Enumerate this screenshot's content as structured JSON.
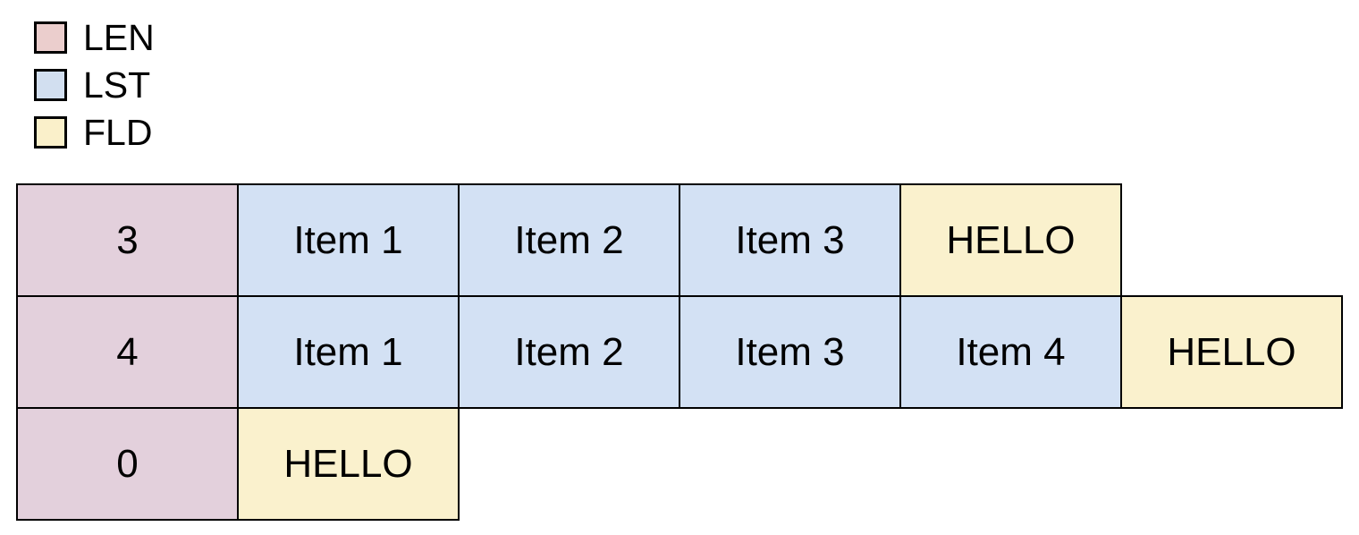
{
  "colors": {
    "legend_len": "#ebcecd",
    "legend_lst": "#d2dff0",
    "legend_fld": "#faf0ca",
    "len": "#e3d0dc",
    "lst": "#d3e1f4",
    "fld": "#faf1cd",
    "border": "#000000"
  },
  "legend": {
    "items": [
      {
        "key": "len",
        "label": "LEN"
      },
      {
        "key": "lst",
        "label": "LST"
      },
      {
        "key": "fld",
        "label": "FLD"
      }
    ]
  },
  "table": {
    "rows": [
      {
        "cells": [
          {
            "type": "len",
            "label": "3"
          },
          {
            "type": "lst",
            "label": "Item 1"
          },
          {
            "type": "lst",
            "label": "Item 2"
          },
          {
            "type": "lst",
            "label": "Item 3"
          },
          {
            "type": "fld",
            "label": "HELLO"
          }
        ]
      },
      {
        "cells": [
          {
            "type": "len",
            "label": "4"
          },
          {
            "type": "lst",
            "label": "Item 1"
          },
          {
            "type": "lst",
            "label": "Item 2"
          },
          {
            "type": "lst",
            "label": "Item 3"
          },
          {
            "type": "lst",
            "label": "Item 4"
          },
          {
            "type": "fld",
            "label": "HELLO"
          }
        ]
      },
      {
        "cells": [
          {
            "type": "len",
            "label": "0"
          },
          {
            "type": "fld",
            "label": "HELLO"
          }
        ]
      }
    ]
  }
}
